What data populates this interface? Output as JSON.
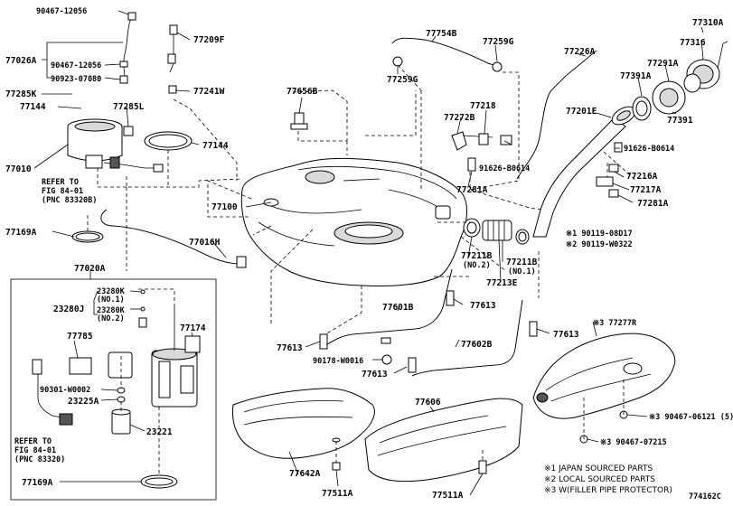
{
  "labels": {
    "p90467_12056_top": "90467-12056",
    "p77026A": "77026A",
    "p90467_12056_mid": "90467-12056",
    "p90923_07080": "90923-07080",
    "p77285K": "77285K",
    "p77144_left": "77144",
    "p77285L": "77285L",
    "p77144_right": "77144",
    "p77010": "77010",
    "refer1_a": "REFER TO",
    "refer1_b": "FIG 84-01",
    "refer1_c": "(PNC 83320B)",
    "p77169A_top": "77169A",
    "p77209F": "77209F",
    "p77241W": "77241W",
    "p77016H": "77016H",
    "p77020A": "77020A",
    "p23280K_1": "23280K",
    "no1_a": "(NO.1)",
    "p23280J": "23280J",
    "p23280K_2": "23280K",
    "no2_a": "(NO.2)",
    "p77174": "77174",
    "p77785": "77785",
    "p90301": "90301-W0002",
    "p23225A": "23225A",
    "p23221": "23221",
    "refer2_a": "REFER TO",
    "refer2_b": "FIG 84-01",
    "refer2_c": "(PNC 83320)",
    "p77169A_bot": "77169A",
    "p77656B": "77656B",
    "p77100": "77100",
    "p77754B": "77754B",
    "p77259G_a": "77259G",
    "p77259G_b": "77259G",
    "p77226A": "77226A",
    "p77218": "77218",
    "p77272B": "77272B",
    "p91626_a": "91626-B0614",
    "p77281A_a": "77281A",
    "p77201E": "77201E",
    "p91626_b": "91626-B0614",
    "p77216A": "77216A",
    "p77217A": "77217A",
    "p77281A_b": "77281A",
    "p77310A": "77310A",
    "p77316": "77316",
    "p77291A": "77291A",
    "p77391A": "77391A",
    "p77391": "77391",
    "p90119_08D17": "※1 90119-08D17",
    "p90119_W0322": "※2 90119-W0322",
    "p77211B_a": "77211B",
    "no2_b": "(NO.2)",
    "p77211B_b": "77211B",
    "no1_b": "(NO.1)",
    "p77213E": "77213E",
    "p77601B": "77601B",
    "p77613_a": "77613",
    "p77613_b": "77613",
    "p77613_c": "77613",
    "p77613_d": "77613",
    "p90178": "90178-W0016",
    "p77602B": "77602B",
    "p77277R": "※3 77277R",
    "p77606": "77606",
    "p77642A": "77642A",
    "p77511A_a": "77511A",
    "p77511A_b": "77511A",
    "p90467_06121": "※3 90467-06121 (5)",
    "p90467_07215": "※3 90467-07215",
    "note1": "※1 JAPAN SOURCED PARTS",
    "note2": "※2 LOCAL SOURCED PARTS",
    "note3": "※3 W(FILLER PIPE PROTECTOR)",
    "fig_code": "774162C"
  }
}
